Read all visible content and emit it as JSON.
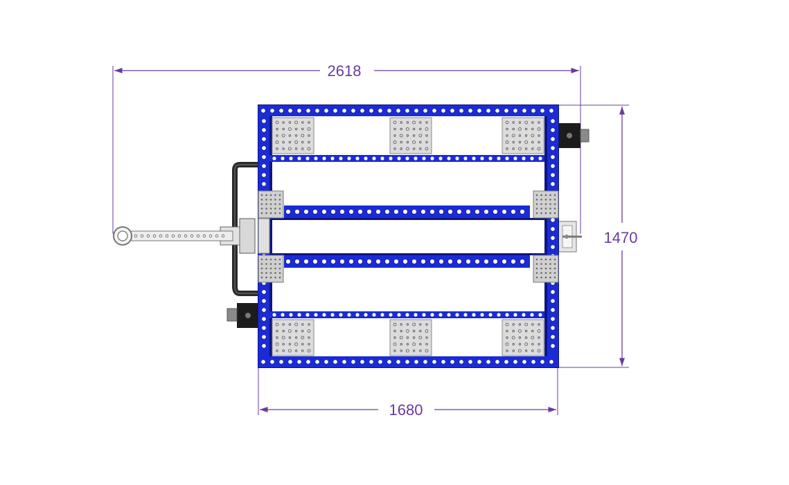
{
  "dimensions": {
    "overall_length": "2618",
    "width": "1470",
    "frame_length": "1680"
  },
  "colors": {
    "frame_blue": "#1b2bd6",
    "frame_dark": "#0d1680",
    "dimension_line": "#6a3aa0",
    "plate_gray": "#dcdcdc",
    "hardware_dark": "#2a2a2a",
    "hardware_gray": "#9a9a9a"
  }
}
